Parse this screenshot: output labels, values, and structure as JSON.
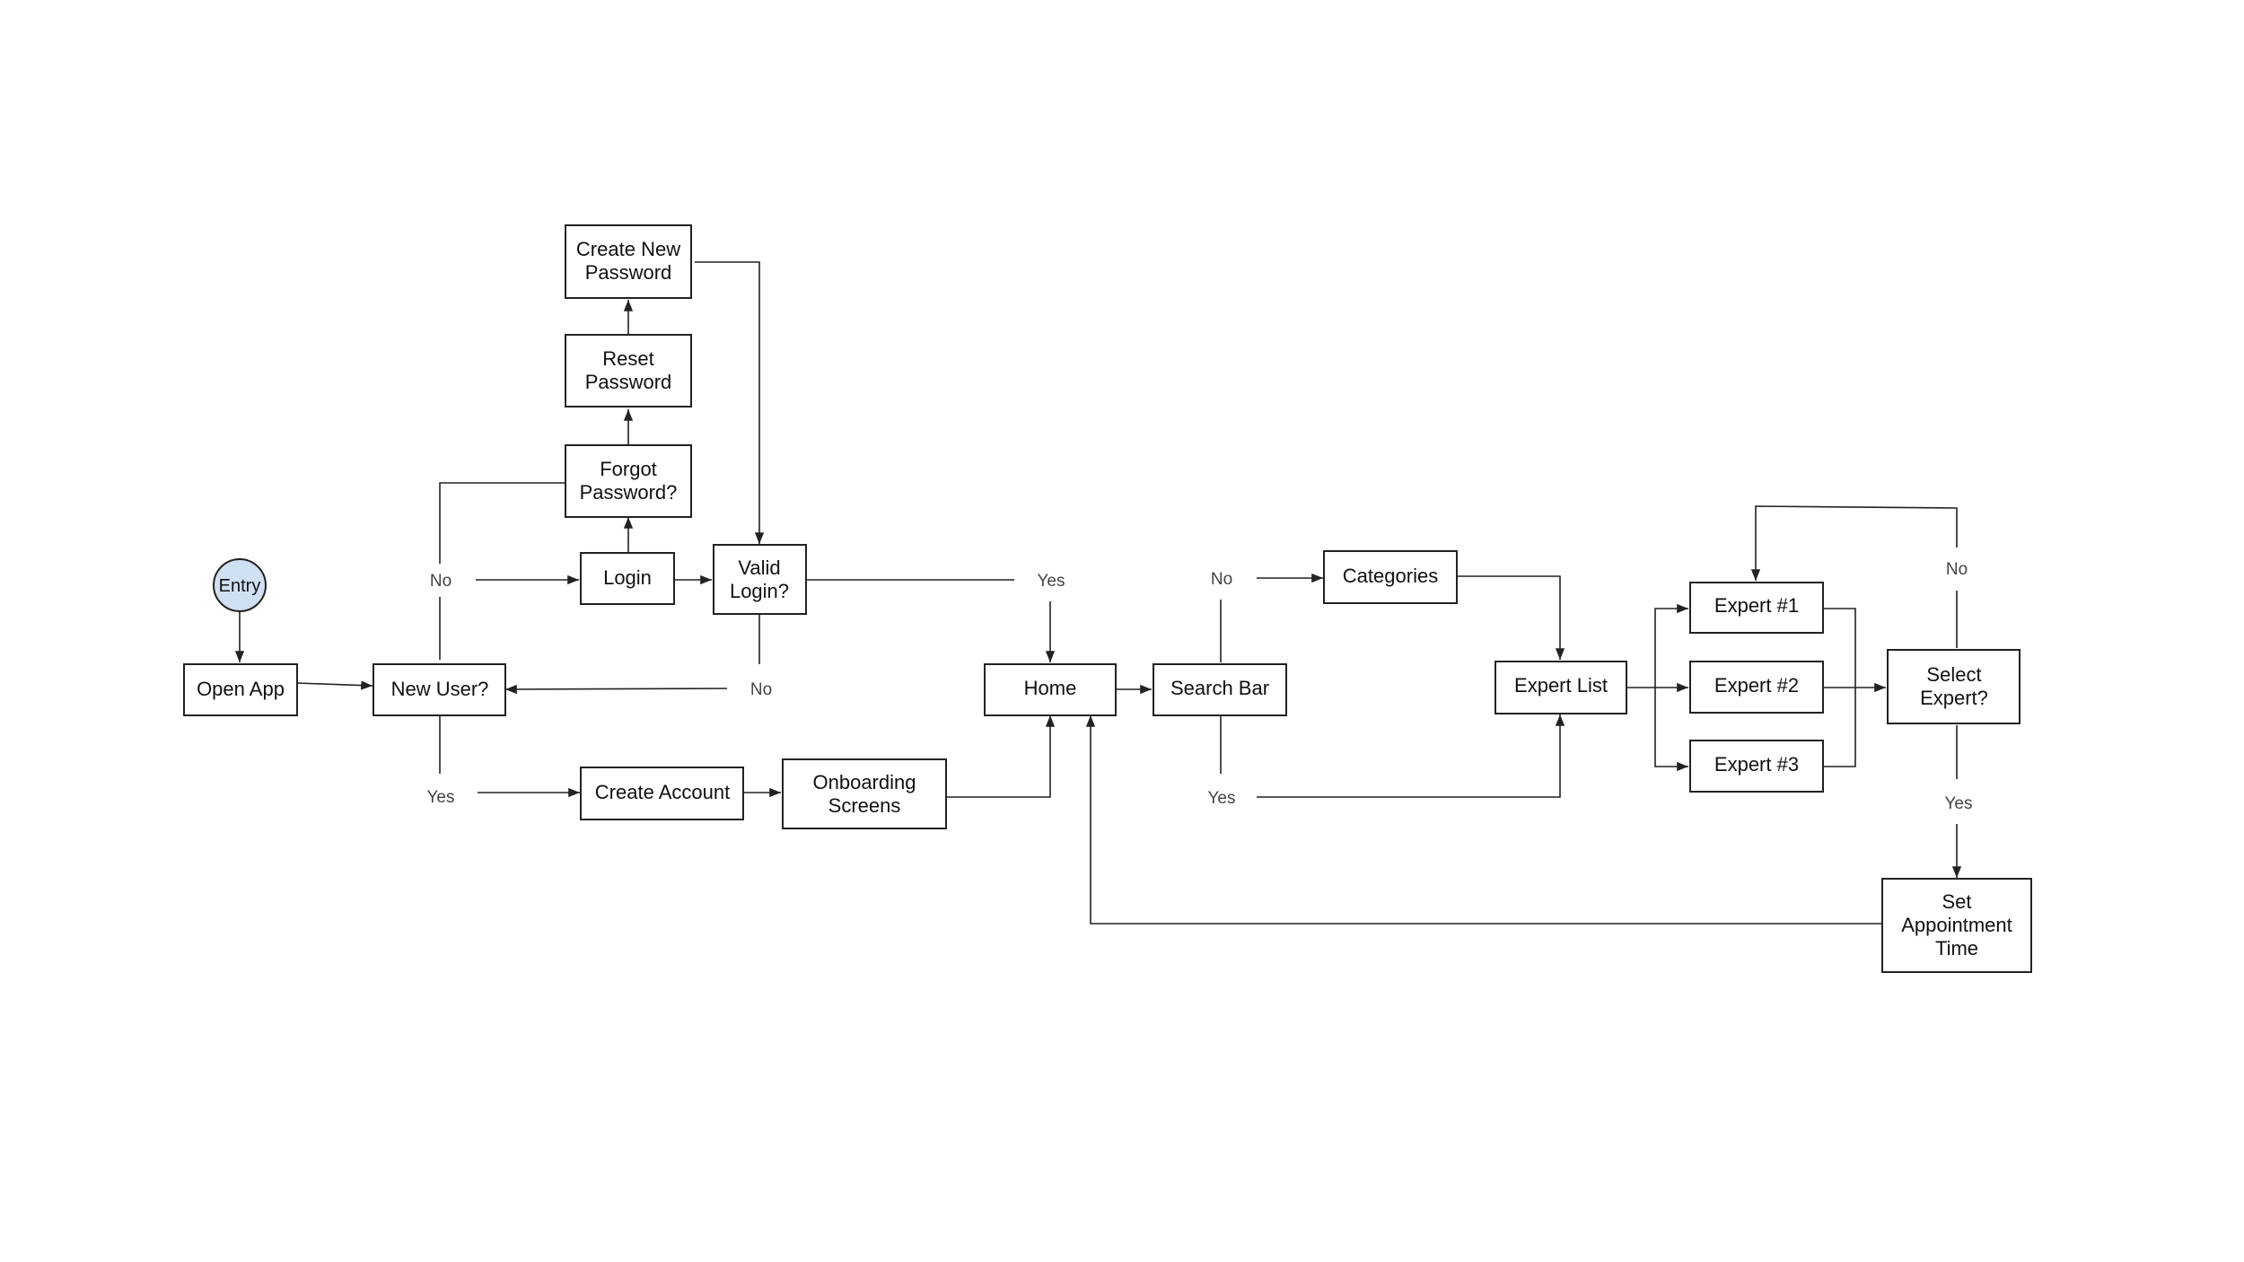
{
  "colors": {
    "entry_fill": "#cfe0f3",
    "stroke": "#222222"
  },
  "nodes": {
    "entry": [
      "Entry"
    ],
    "open_app": [
      "Open App"
    ],
    "new_user": [
      "New User?"
    ],
    "login": [
      "Login"
    ],
    "forgot_password": [
      "Forgot",
      "Password?"
    ],
    "reset_password": [
      "Reset",
      "Password"
    ],
    "create_new_password": [
      "Create New",
      "Password"
    ],
    "valid_login": [
      "Valid",
      "Login?"
    ],
    "create_account": [
      "Create Account"
    ],
    "onboarding_screens": [
      "Onboarding",
      "Screens"
    ],
    "home": [
      "Home"
    ],
    "search_bar": [
      "Search Bar"
    ],
    "categories": [
      "Categories"
    ],
    "expert_list": [
      "Expert List"
    ],
    "expert_1": [
      "Expert #1"
    ],
    "expert_2": [
      "Expert #2"
    ],
    "expert_3": [
      "Expert #3"
    ],
    "select_expert": [
      "Select",
      "Expert?"
    ],
    "set_appointment_time": [
      "Set",
      "Appointment",
      "Time"
    ]
  },
  "labels": {
    "new_user_no": "No",
    "new_user_yes": "Yes",
    "valid_login_yes": "Yes",
    "valid_login_no": "No",
    "search_no": "No",
    "search_yes": "Yes",
    "select_no": "No",
    "select_yes": "Yes"
  }
}
